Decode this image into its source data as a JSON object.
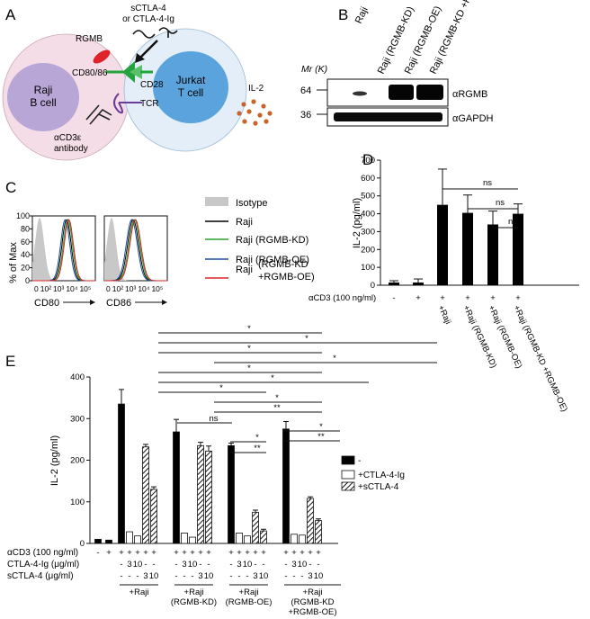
{
  "panels": {
    "a": "A",
    "b": "B",
    "c": "C",
    "d": "D",
    "e": "E"
  },
  "panel_a": {
    "raji": "Raji",
    "b_cell": "B cell",
    "jurkat": "Jurkat",
    "t_cell": "T cell",
    "rgmb": "RGMB",
    "cd8086": "CD80/86",
    "cd28": "CD28",
    "tcr": "TCR",
    "scla4_line1": "sCTLA-4",
    "scla4_line2": "or CTLA-4-Ig",
    "il2": "IL-2",
    "ab_line1": "αCD3ε",
    "ab_line2": "antibody",
    "colors": {
      "raji_outer": "#f4dde6",
      "raji_inner": "#b7a6d6",
      "jurkat_outer": "#e3eef8",
      "jurkat_inner": "#5aa3dc",
      "rgmb": "#e0232a",
      "cd28": "#22a33c",
      "tcr": "#6a3d99",
      "il2": "#c8642a"
    }
  },
  "panel_b": {
    "mr_label": "Mr (K)",
    "mw": [
      "64",
      "36"
    ],
    "lanes": [
      "Raji",
      "Raji (RGMB-KD)",
      "Raji (RGMB-OE)",
      "Raji (RGMB-KD +RGMB-OE)"
    ],
    "blots": [
      "αRGMB",
      "αGAPDH"
    ]
  },
  "panel_c": {
    "ylabel": "% of Max",
    "yticks": [
      "100",
      "80",
      "60",
      "40",
      "20",
      "0"
    ],
    "xticks": [
      "0",
      "10²",
      "10³",
      "10⁴",
      "10⁵"
    ],
    "xlabels": [
      "CD80",
      "CD86"
    ],
    "legend": [
      {
        "name": "Isotype",
        "color": "#c8c8c8"
      },
      {
        "name": "Raji",
        "color": "#000000"
      },
      {
        "name": "Raji (RGMB-KD)",
        "color": "#2ca02c"
      },
      {
        "name": "Raji (RGMB-OE)",
        "color": "#1f4e9c"
      },
      {
        "name": "Raji (RGMB-KD +RGMB-OE)",
        "color": "#d62728"
      }
    ]
  },
  "chart_data": [
    {
      "type": "bar",
      "panel": "D",
      "ylabel": "IL-2 (pg/ml)",
      "ylim": [
        0,
        700
      ],
      "yticks": [
        0,
        100,
        200,
        300,
        400,
        500,
        600,
        700
      ],
      "treatment_label": "αCD3 (100 ng/ml)",
      "acd3": [
        "-",
        "+",
        "+",
        "+",
        "+",
        "+"
      ],
      "categories": [
        "",
        "",
        "+Raji",
        "+Raji (RGMB-KD)",
        "+Raji (RGMB-OE)",
        "+Raji (RGMB-KD +RGMB-OE)"
      ],
      "values": [
        15,
        15,
        450,
        405,
        340,
        400
      ],
      "errors": [
        10,
        20,
        200,
        100,
        75,
        55
      ],
      "significance": [
        "ns",
        "ns",
        "ns"
      ]
    },
    {
      "type": "bar",
      "panel": "E",
      "ylabel": "IL-2 (pg/ml)",
      "ylim": [
        0,
        400
      ],
      "yticks": [
        0,
        100,
        200,
        300,
        400
      ],
      "rows": [
        {
          "label": "αCD3 (100 ng/ml)",
          "values": [
            "-",
            "+",
            "+",
            "+",
            "+",
            "+",
            "+",
            "+",
            "+",
            "+",
            "+",
            "+",
            "+",
            "+",
            "+",
            "+",
            "+",
            "+",
            "+",
            "+",
            "+",
            "+"
          ]
        },
        {
          "label": "CTLA-4-Ig (μg/ml)",
          "values": [
            "",
            "",
            "-",
            "3",
            "10",
            "-",
            "-",
            "-",
            "3",
            "10",
            "-",
            "-",
            "-",
            "3",
            "10",
            "-",
            "-",
            "-",
            "3",
            "10",
            "-",
            "-"
          ]
        },
        {
          "label": "sCTLA-4 (μg/ml)",
          "values": [
            "",
            "",
            "-",
            "-",
            "-",
            "3",
            "10",
            "-",
            "-",
            "-",
            "3",
            "10",
            "-",
            "-",
            "-",
            "3",
            "10",
            "-",
            "-",
            "-",
            "3",
            "10"
          ]
        }
      ],
      "groups": [
        "+Raji",
        "+Raji (RGMB-KD)",
        "+Raji (RGMB-OE)",
        "+Raji (RGMB-KD +RGMB-OE)"
      ],
      "legend": [
        "-",
        "+CTLA-4-Ig",
        "+sCTLA-4"
      ],
      "bars": [
        {
          "value": 10,
          "fill": "black"
        },
        {
          "value": 8,
          "fill": "black"
        },
        {
          "value": 335,
          "fill": "black",
          "err": 35
        },
        {
          "value": 28,
          "fill": "white"
        },
        {
          "value": 18,
          "fill": "white"
        },
        {
          "value": 232,
          "fill": "hatch",
          "err": 6
        },
        {
          "value": 130,
          "fill": "hatch",
          "err": 6
        },
        {
          "value": 268,
          "fill": "black",
          "err": 30
        },
        {
          "value": 25,
          "fill": "white"
        },
        {
          "value": 15,
          "fill": "white"
        },
        {
          "value": 235,
          "fill": "hatch",
          "err": 8
        },
        {
          "value": 222,
          "fill": "hatch",
          "err": 12
        },
        {
          "value": 235,
          "fill": "black",
          "err": 6
        },
        {
          "value": 25,
          "fill": "white"
        },
        {
          "value": 18,
          "fill": "white"
        },
        {
          "value": 75,
          "fill": "hatch",
          "err": 5
        },
        {
          "value": 30,
          "fill": "hatch",
          "err": 4
        },
        {
          "value": 275,
          "fill": "black",
          "err": 18
        },
        {
          "value": 22,
          "fill": "white"
        },
        {
          "value": 20,
          "fill": "white"
        },
        {
          "value": 108,
          "fill": "hatch",
          "err": 4
        },
        {
          "value": 55,
          "fill": "hatch",
          "err": 4
        }
      ],
      "significance": [
        "*",
        "*",
        "*",
        "*",
        "*",
        "*",
        "*",
        "*",
        "**",
        "ns",
        "*",
        "**",
        "*",
        "**"
      ]
    }
  ]
}
